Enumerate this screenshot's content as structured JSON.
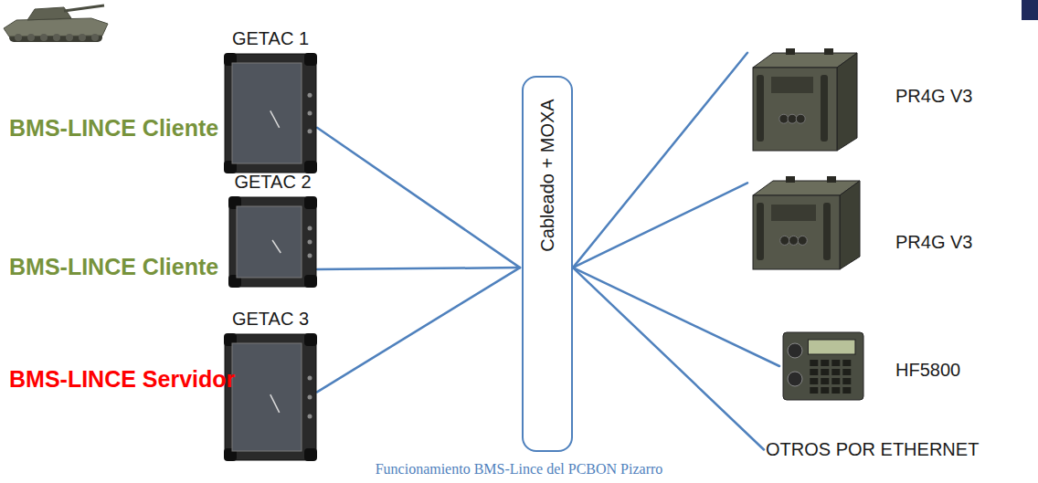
{
  "diagram": {
    "caption": "Funcionamiento BMS-Lince del PCBON Pizarro",
    "nodes": [
      {
        "text": [
          "GETAC 1"
        ]
      },
      {
        "text": [
          "GETAC 2"
        ]
      },
      {
        "text": [
          "GETAC 3"
        ]
      },
      {
        "text": [
          "Cableado + MOXA"
        ]
      },
      {
        "text": [
          "PR4G V3"
        ]
      },
      {
        "text": [
          "PR4G V3"
        ]
      },
      {
        "text": [
          "HF5800"
        ]
      },
      {
        "text": [
          "OTROS POR ETHERNET"
        ]
      }
    ],
    "edges": [
      {
        "from": 0,
        "to": 3,
        "arrow": "none"
      },
      {
        "from": 1,
        "to": 3,
        "arrow": "none"
      },
      {
        "from": 2,
        "to": 3,
        "arrow": "none"
      },
      {
        "from": 3,
        "to": 4,
        "arrow": "none"
      },
      {
        "from": 3,
        "to": 5,
        "arrow": "none"
      },
      {
        "from": 3,
        "to": 6,
        "arrow": "none"
      },
      {
        "from": 3,
        "to": 7,
        "arrow": "none"
      }
    ],
    "labels": [
      "BMS-LINCE Cliente",
      "BMS-LINCE Cliente",
      "BMS-LINCE Servidor"
    ]
  }
}
